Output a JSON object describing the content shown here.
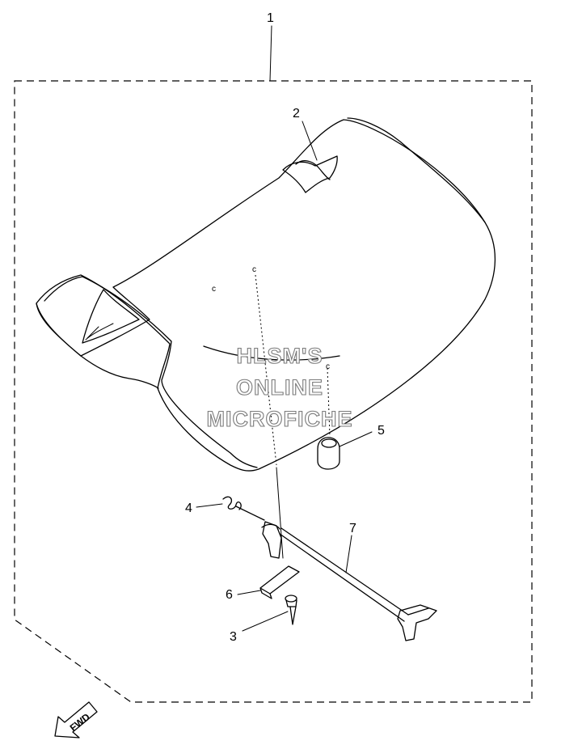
{
  "diagram": {
    "assembly_number": "1",
    "callouts": [
      {
        "id": "callout-2",
        "label": "2"
      },
      {
        "id": "callout-3",
        "label": "3"
      },
      {
        "id": "callout-4",
        "label": "4"
      },
      {
        "id": "callout-5",
        "label": "5"
      },
      {
        "id": "callout-6",
        "label": "6"
      },
      {
        "id": "callout-7",
        "label": "7"
      }
    ],
    "watermark": [
      "HLSM'S",
      "ONLINE",
      "MICROFICHE"
    ],
    "direction_label": "FWD"
  }
}
